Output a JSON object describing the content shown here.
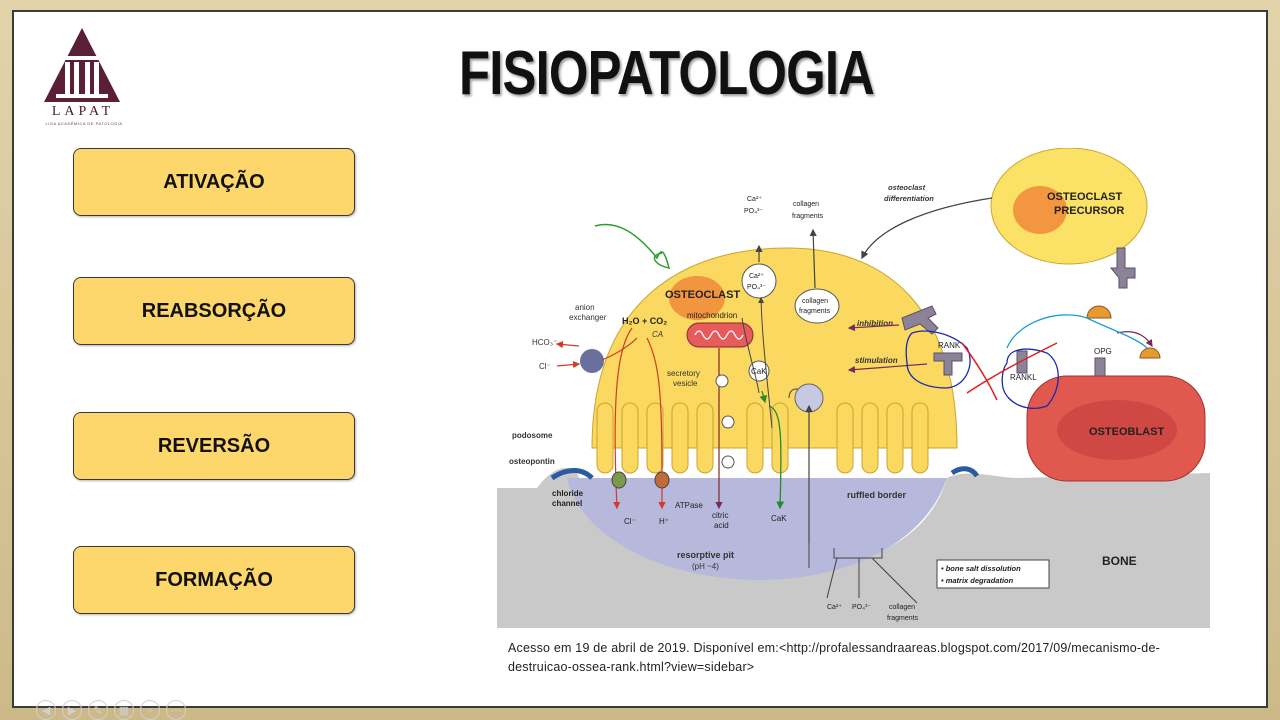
{
  "slide": {
    "title": "FISIOPATOLOGIA",
    "logo_text": "LAPAT",
    "logo_subtitle": "LIGA ACADÊMICA DE PATOLOGIA",
    "buttons": [
      {
        "label": "ATIVAÇÃO"
      },
      {
        "label": "REABSORÇÃO"
      },
      {
        "label": "REVERSÃO"
      },
      {
        "label": "FORMAÇÃO"
      }
    ],
    "caption_line1": "Acesso em 19 de abril de 2019. Disponível em:<http://profalessandraareas.blogspot.com/2017/09/mecanismo-de-",
    "caption_line2": "destruicao-ossea-rank.html?view=sidebar>"
  },
  "diagram": {
    "osteoclast": "OSTEOCLAST",
    "precursor_l1": "OSTEOCLAST",
    "precursor_l2": "PRECURSOR",
    "osteoblast": "OSTEOBLAST",
    "bone": "BONE",
    "mitochondrion": "mitochondrion",
    "h2o_co2": "H₂O + CO₂",
    "ca": "CA",
    "anion_l1": "anion",
    "anion_l2": "exchanger",
    "hco3": "HCO₃⁻",
    "cl_minus": "Cl⁻",
    "secretory_l1": "secretory",
    "secretory_l2": "vesicle",
    "cak": "CaK",
    "ca2": "Ca²⁺",
    "po4": "PO₄³⁻",
    "collagen_l1": "collagen",
    "collagen_l2": "fragments",
    "diff_l1": "osteoclast",
    "diff_l2": "differentiation",
    "inhibition": "inhibition",
    "stimulation": "stimulation",
    "rank": "RANK",
    "rankl": "RANKL",
    "opg": "OPG",
    "podosome": "podosome",
    "osteopontin": "osteopontin",
    "chloride_l1": "chloride",
    "chloride_l2": "channel",
    "atpase": "ATPase",
    "cl_out": "Cl⁻",
    "h_out": "H⁺",
    "citric_l1": "citric",
    "citric_l2": "acid",
    "cak_out": "CaK",
    "ruffled": "ruffled border",
    "pit_l1": "resorptive pit",
    "pit_l2": "(pH ~4)",
    "legend1": "• bone salt dissolution",
    "legend2": "• matrix degradation",
    "colors": {
      "osteoclast": "#fbd860",
      "precursor": "#fbe266",
      "nucleus": "#f08a3a",
      "osteoblast": "#e0584e",
      "bone": "#c9c9c9",
      "pit": "#b7b9dc",
      "receptor": "#8d8399",
      "annotation_green": "#2aa02a",
      "annotation_blue": "#1b2ab0"
    }
  }
}
